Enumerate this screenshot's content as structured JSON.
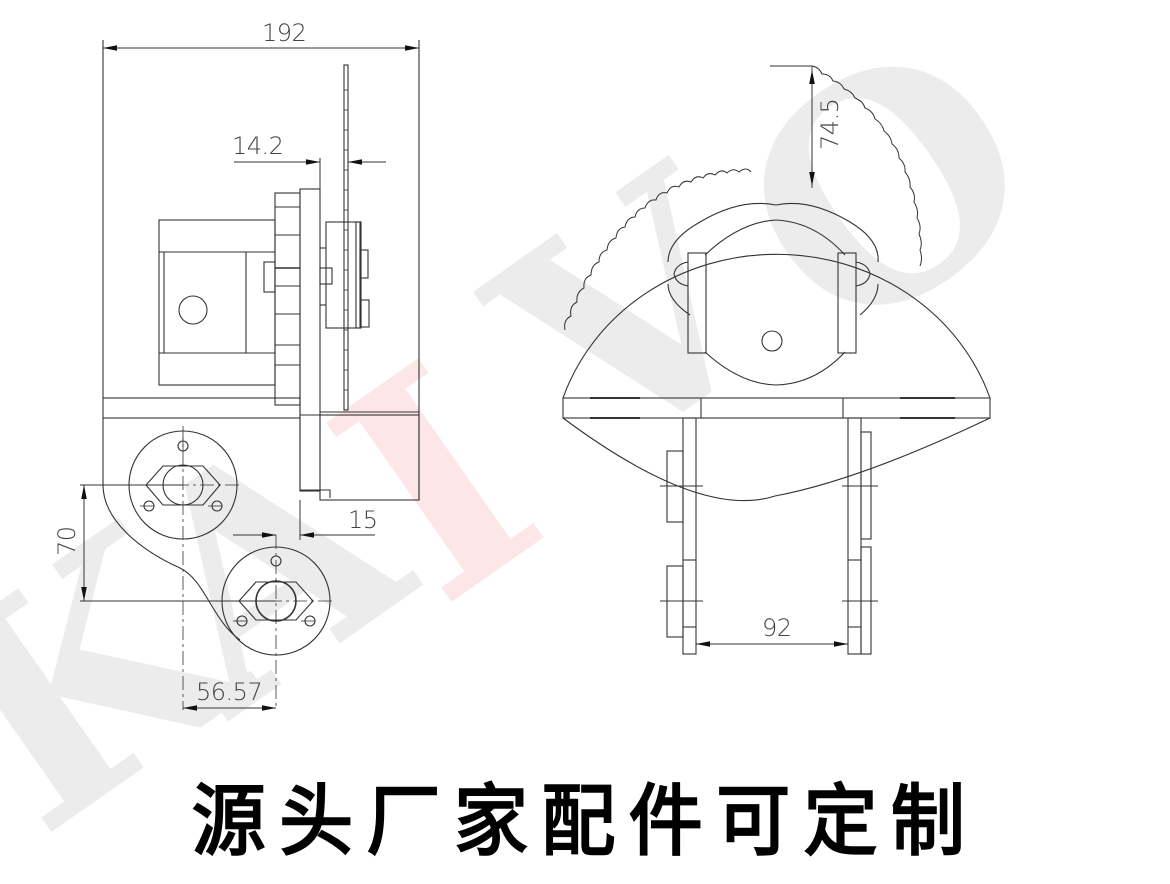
{
  "watermark": {
    "letters": [
      "K",
      "A",
      "I",
      "V",
      "O"
    ],
    "color_gray": "#ebebeb",
    "color_red": "#fde8ea"
  },
  "side_view": {
    "dimensions": {
      "overall_width": "192",
      "blade_offset": "14.2",
      "plate_offset": "15",
      "vertical_spacing": "70",
      "horizontal_spacing": "56.57"
    }
  },
  "front_view": {
    "dimensions": {
      "blade_exposure": "74.5",
      "bracket_spacing": "92"
    }
  },
  "caption": "源头厂家配件可定制",
  "colors": {
    "line": "#333333",
    "text": "#444444",
    "caption": "#000000",
    "background": "#ffffff"
  }
}
